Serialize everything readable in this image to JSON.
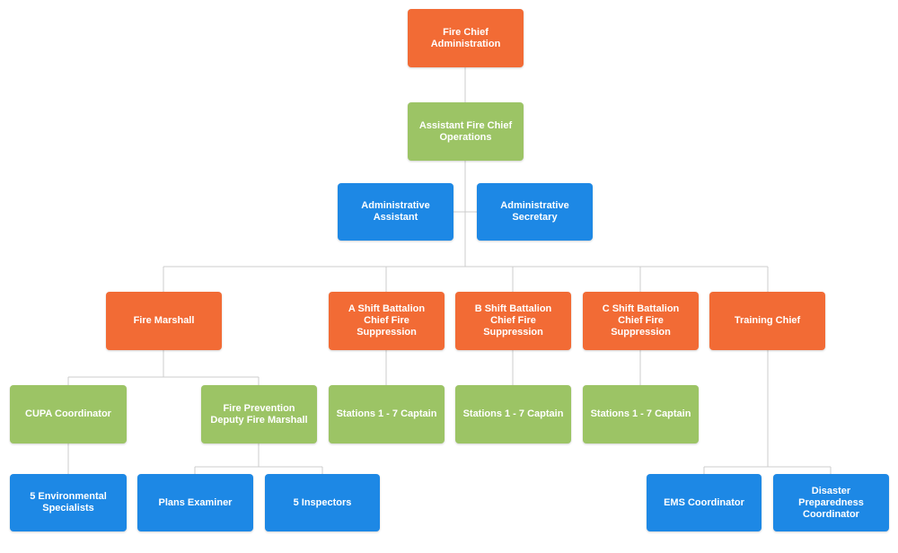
{
  "colors": {
    "orange": "#f26b35",
    "green": "#9cc465",
    "blue": "#1d88e5",
    "connector": "#cccccc"
  },
  "nodes": {
    "fire_chief": "Fire Chief Administration",
    "assistant_fire_chief": "Assistant Fire Chief Operations",
    "administrative_assistant": "Administrative Assistant",
    "administrative_secretary": "Administrative Secretary",
    "fire_marshall": "Fire Marshall",
    "a_shift": "A Shift Battalion Chief Fire Suppression",
    "b_shift": "B Shift Battalion Chief Fire Suppression",
    "c_shift": "C Shift Battalion Chief Fire Suppression",
    "training_chief": "Training Chief",
    "cupa_coordinator": "CUPA Coordinator",
    "fire_prevention": "Fire Prevention Deputy Fire Marshall",
    "stations_a": "Stations 1 - 7 Captain",
    "stations_b": "Stations 1 - 7 Captain",
    "stations_c": "Stations 1 - 7 Captain",
    "environmental_specialists": "5 Environmental Specialists",
    "plans_examiner": "Plans Examiner",
    "inspectors": "5 Inspectors",
    "ems_coordinator": "EMS Coordinator",
    "disaster_coordinator": "Disaster Preparedness Coordinator"
  }
}
